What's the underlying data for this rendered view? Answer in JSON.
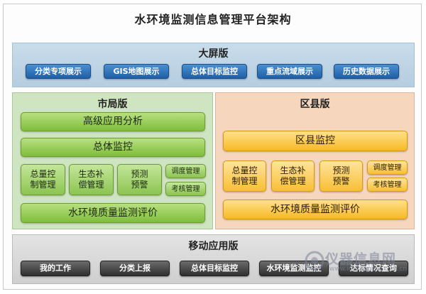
{
  "title": "水环境监测信息管理平台架构",
  "big_screen": {
    "title": "大屏版",
    "buttons": [
      "分类专项展示",
      "GIS地图展示",
      "总体目标监控",
      "重点流域展示",
      "历史数据展示"
    ]
  },
  "city": {
    "title": "市局版",
    "advanced": "高级应用分析",
    "overall": "总体监控",
    "boxes": [
      "总量控\n制管理",
      "生态补\n偿管理",
      "预测\n预警"
    ],
    "small": [
      "调度管理",
      "考核管理"
    ],
    "evaluation": "水环境质量监测评价"
  },
  "county": {
    "title": "区县版",
    "monitor": "区县监控",
    "boxes": [
      "总量控\n制管理",
      "生态补\n偿管理",
      "预测\n预警"
    ],
    "small": [
      "调度管理",
      "考核管理"
    ],
    "evaluation": "水环境质量监测评价"
  },
  "mobile": {
    "title": "移动应用版",
    "buttons": [
      "我的工作",
      "分类上报",
      "总体目标监控",
      "水环境监测监控",
      "达标情况查询"
    ]
  },
  "watermark": {
    "text": "仪器信息网",
    "sub": "www.instrument.com.cn"
  },
  "colors": {
    "big_screen_band": "#c9dcea",
    "city_panel": "#cfe4c0",
    "county_panel": "#f6d6bd",
    "mobile_band": "#d8d8d8",
    "blue_button": "#2f6fb8",
    "green_button": "#8cc451",
    "yellow_button": "#f6b926",
    "dark_button": "#3c3c3c"
  }
}
